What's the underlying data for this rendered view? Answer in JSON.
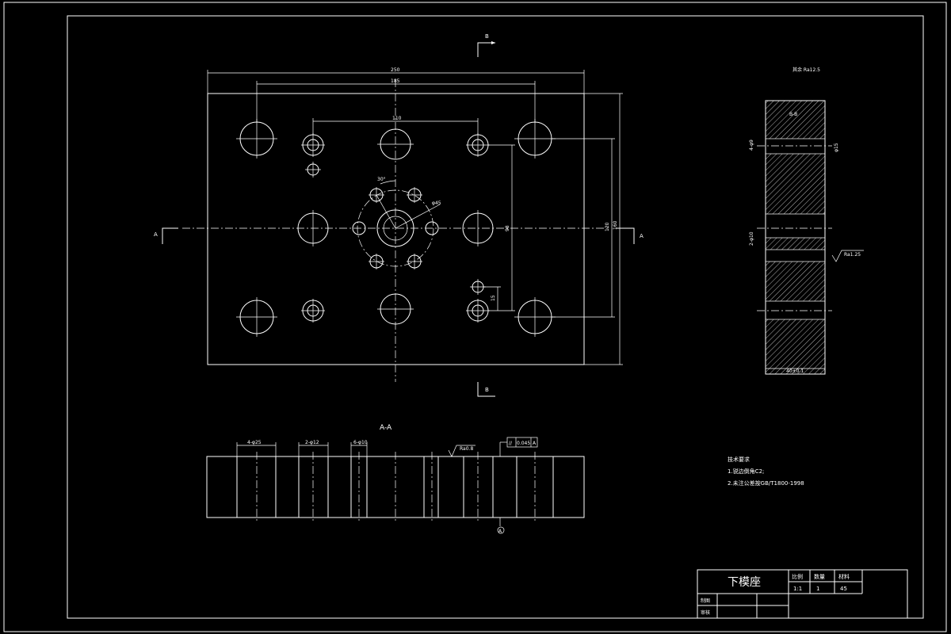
{
  "plan_view": {
    "section_marker": "B",
    "section_marker_bottom": "B",
    "side_marker_left": "A",
    "side_marker_right": "A",
    "dim_total_width": "250",
    "dim_hole_span": "185",
    "dim_inner_span": "110",
    "dim_angle": "30°",
    "dim_pcd": "φ45",
    "dim_vertical_inner": "98",
    "dim_small_offset": "15",
    "dim_height_a": "120",
    "dim_height_b": "160"
  },
  "section_aa": {
    "title": "A-A",
    "callout_1": "4-φ25",
    "callout_2": "2-φ12",
    "callout_3": "6-φ10",
    "roughness_label": "Ra0.8",
    "tolerance_symbol": "//",
    "tolerance_value": "0.045",
    "tolerance_datum": "A",
    "datum_marker": "A"
  },
  "section_bb": {
    "title": "B-B",
    "dim_left_1": "4-φ9",
    "dim_right_1": "φ15",
    "dim_left_2": "2-φ10",
    "roughness_label": "Ra1.25",
    "dim_thickness": "40±0.1",
    "roughness_top": "其余  Ra12.5"
  },
  "tech_requirements": {
    "heading": "技术要求",
    "item1": "1.锐边倒角C2;",
    "item2": "2.未注公差按GB/T1800-1998"
  },
  "title_block": {
    "part_name": "下模座",
    "scale_label": "比例",
    "qty_label": "数量",
    "material_label": "材料",
    "scale_value": "1:1",
    "qty_value": "1",
    "material_value": "45",
    "draw_label": "制图",
    "check_label": "审核"
  }
}
